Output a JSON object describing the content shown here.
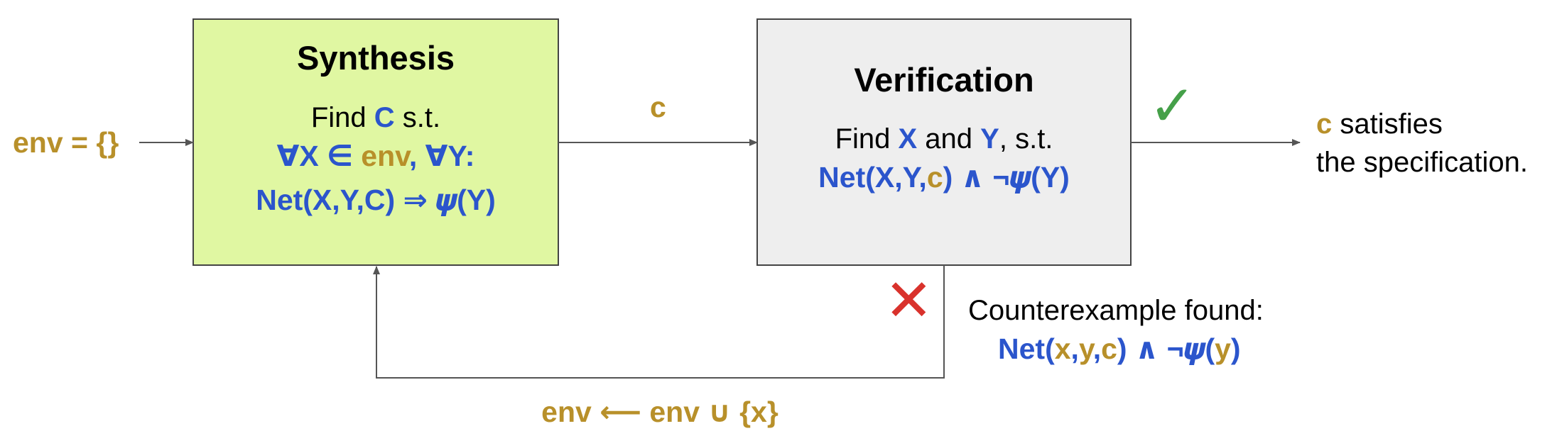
{
  "colors": {
    "synthesis_fill": "#e0f7a2",
    "verification_fill": "#eeeeee",
    "gold": "#b8902a",
    "blue": "#2b55cc",
    "check": "#45a049",
    "cross": "#d9322c",
    "line": "#555555"
  },
  "env_init": "env = {}",
  "synthesis": {
    "title": "Synthesis",
    "find_prefix": "Find ",
    "find_var": "C",
    "find_suffix": " s.t.",
    "quant_1": "∀X ∈ ",
    "quant_env": "env",
    "quant_2": ", ∀Y:",
    "formula": "Net(X,Y,C) ⇒ 𝝍(Y)"
  },
  "edge_c_label": "c",
  "verification": {
    "title": "Verification",
    "find_prefix": "Find ",
    "find_x": "X",
    "find_mid": " and ",
    "find_y": "Y",
    "find_suffix": ", s.t.",
    "formula_1": "Net(X,Y,",
    "formula_c": "c",
    "formula_2": ") ∧ ¬𝝍(Y)"
  },
  "check_icon": "✓",
  "cross_icon": "✕",
  "result": {
    "var": "c",
    "line1": " satisfies",
    "line2": "the specification."
  },
  "counterexample": {
    "label": "Counterexample found:",
    "f1": "Net(",
    "x": "x",
    "comma1": ",",
    "y": "y",
    "comma2": ",",
    "c": "c",
    "f2": ") ∧ ¬𝝍(",
    "y2": "y",
    "f3": ")"
  },
  "update": "env ⟵ env ∪ {x}"
}
